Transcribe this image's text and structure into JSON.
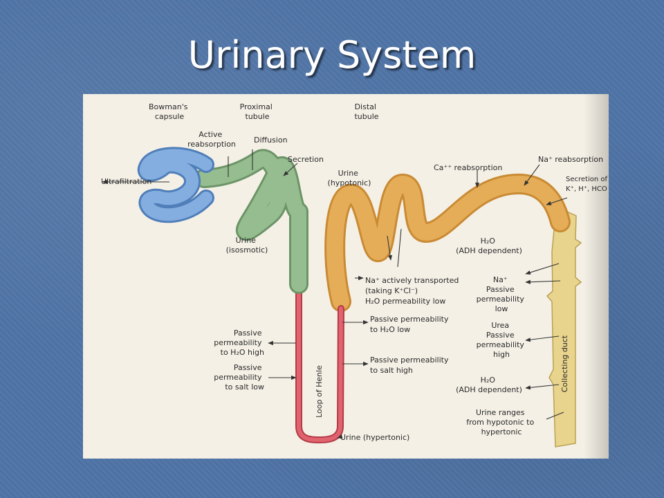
{
  "slide": {
    "title": "Urinary System"
  },
  "diagram": {
    "labels": {
      "bowmans_capsule": [
        "Bowman's",
        "capsule"
      ],
      "proximal_tubule": [
        "Proximal",
        "tubule"
      ],
      "distal_tubule": [
        "Distal",
        "tubule"
      ],
      "active_reabsorption": [
        "Active",
        "reabsorption"
      ],
      "diffusion": "Diffusion",
      "secretion": "Secretion",
      "ultrafiltration": "Ultrafiltration",
      "urine_hypotonic_top": [
        "Urine",
        "(hypotonic)"
      ],
      "ca_reabsorption": "Ca⁺⁺ reabsorption",
      "na_reabsorption": "Na⁺ reabsorption",
      "secretion_ions": [
        "Secretion of",
        "K⁺, H⁺, HCO"
      ],
      "urine_isosmotic": [
        "Urine",
        "(isosmotic)"
      ],
      "h2o_adh_top": [
        "H₂O",
        "(ADH dependent)"
      ],
      "na_actively": [
        "Na⁺ actively transported",
        "(taking K⁺Cl⁻)",
        "H₂O permeability low"
      ],
      "na_passive": [
        "Na⁺",
        "Passive",
        "permeability",
        "low"
      ],
      "passive_h2o_low": [
        "Passive permeability",
        "to H₂O low"
      ],
      "urea_passive": [
        "Urea",
        "Passive",
        "permeability",
        "high"
      ],
      "passive_h2o_high": [
        "Passive",
        "permeability",
        "to H₂O high"
      ],
      "passive_salt_high": [
        "Passive permeability",
        "to salt high"
      ],
      "passive_salt_low": [
        "Passive",
        "permeability",
        "to salt low"
      ],
      "h2o_adh_bottom": [
        "H₂O",
        "(ADH dependent)"
      ],
      "urine_ranges": [
        "Urine ranges",
        "from hypotonic to",
        "hypertonic"
      ],
      "urine_hypertonic": "Urine (hypertonic)",
      "loop_of_henle": "Loop of Henle",
      "collecting_duct": "Collecting duct"
    },
    "colors": {
      "bowmans_capsule": "#7fa7d8",
      "proximal_tubule": "#8fb38a",
      "loop_of_henle": "#d9535e",
      "distal_tubule": "#e0a64e",
      "collecting_duct": "#e8d48c",
      "background": "#f4f0e6"
    }
  }
}
